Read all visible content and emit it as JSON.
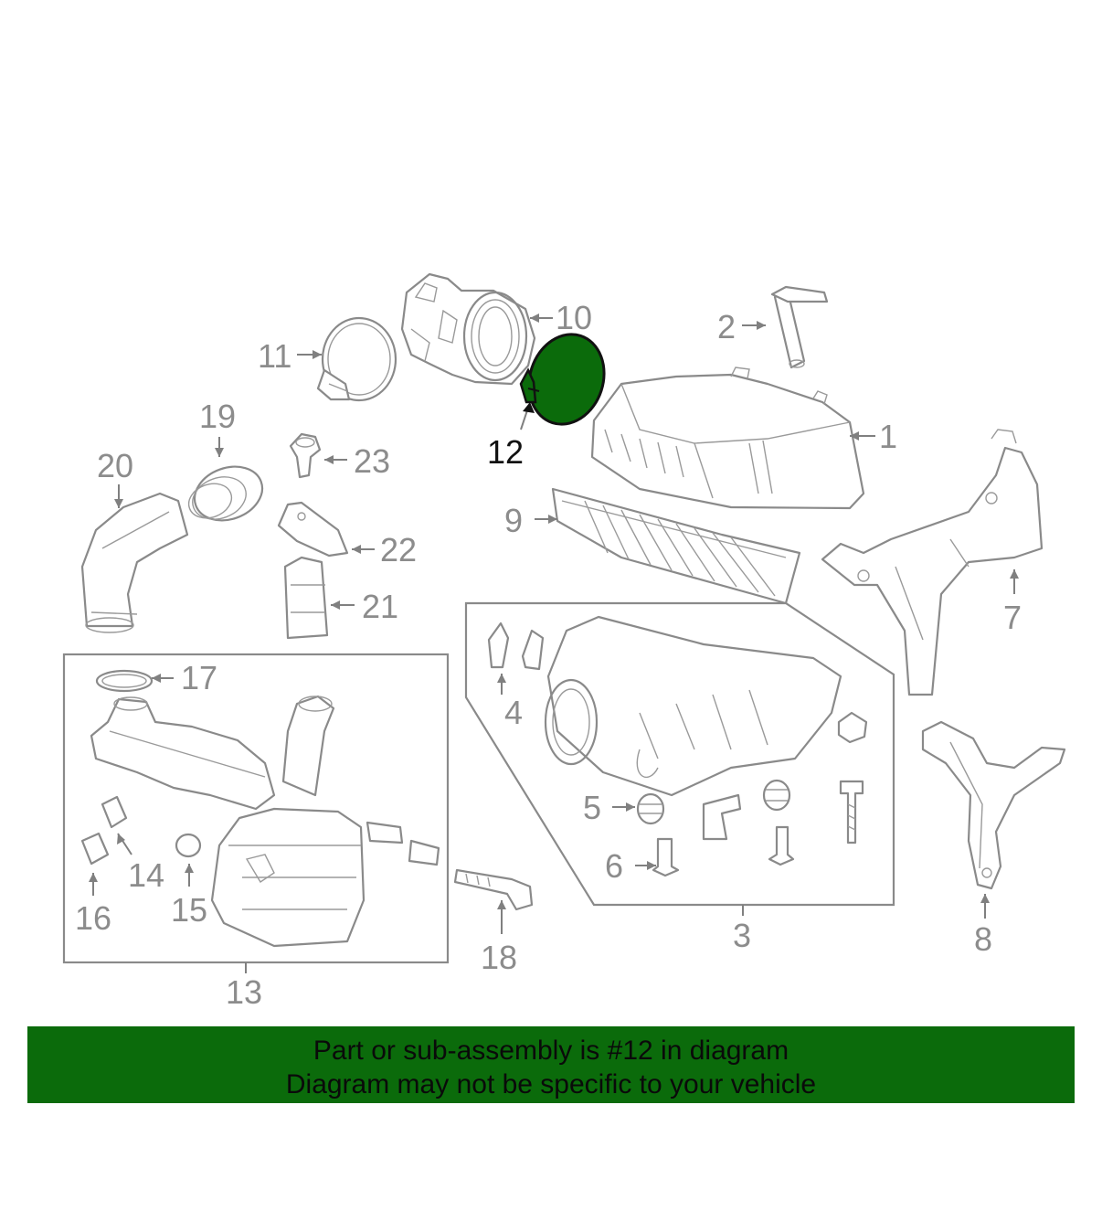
{
  "callouts": [
    {
      "id": "1",
      "label": "1"
    },
    {
      "id": "2",
      "label": "2"
    },
    {
      "id": "3",
      "label": "3"
    },
    {
      "id": "4",
      "label": "4"
    },
    {
      "id": "5",
      "label": "5"
    },
    {
      "id": "6",
      "label": "6"
    },
    {
      "id": "7",
      "label": "7"
    },
    {
      "id": "8",
      "label": "8"
    },
    {
      "id": "9",
      "label": "9"
    },
    {
      "id": "10",
      "label": "10"
    },
    {
      "id": "11",
      "label": "11"
    },
    {
      "id": "12",
      "label": "12"
    },
    {
      "id": "13",
      "label": "13"
    },
    {
      "id": "14",
      "label": "14"
    },
    {
      "id": "15",
      "label": "15"
    },
    {
      "id": "16",
      "label": "16"
    },
    {
      "id": "17",
      "label": "17"
    },
    {
      "id": "18",
      "label": "18"
    },
    {
      "id": "19",
      "label": "19"
    },
    {
      "id": "20",
      "label": "20"
    },
    {
      "id": "21",
      "label": "21"
    },
    {
      "id": "22",
      "label": "22"
    },
    {
      "id": "23",
      "label": "23"
    }
  ],
  "highlight": {
    "part": "12",
    "color": "#0b6b0b"
  },
  "banner": {
    "line1": "Part or sub-assembly is #12 in diagram",
    "line2": "Diagram may not be specific to your vehicle",
    "background": "#0b6b0b"
  }
}
